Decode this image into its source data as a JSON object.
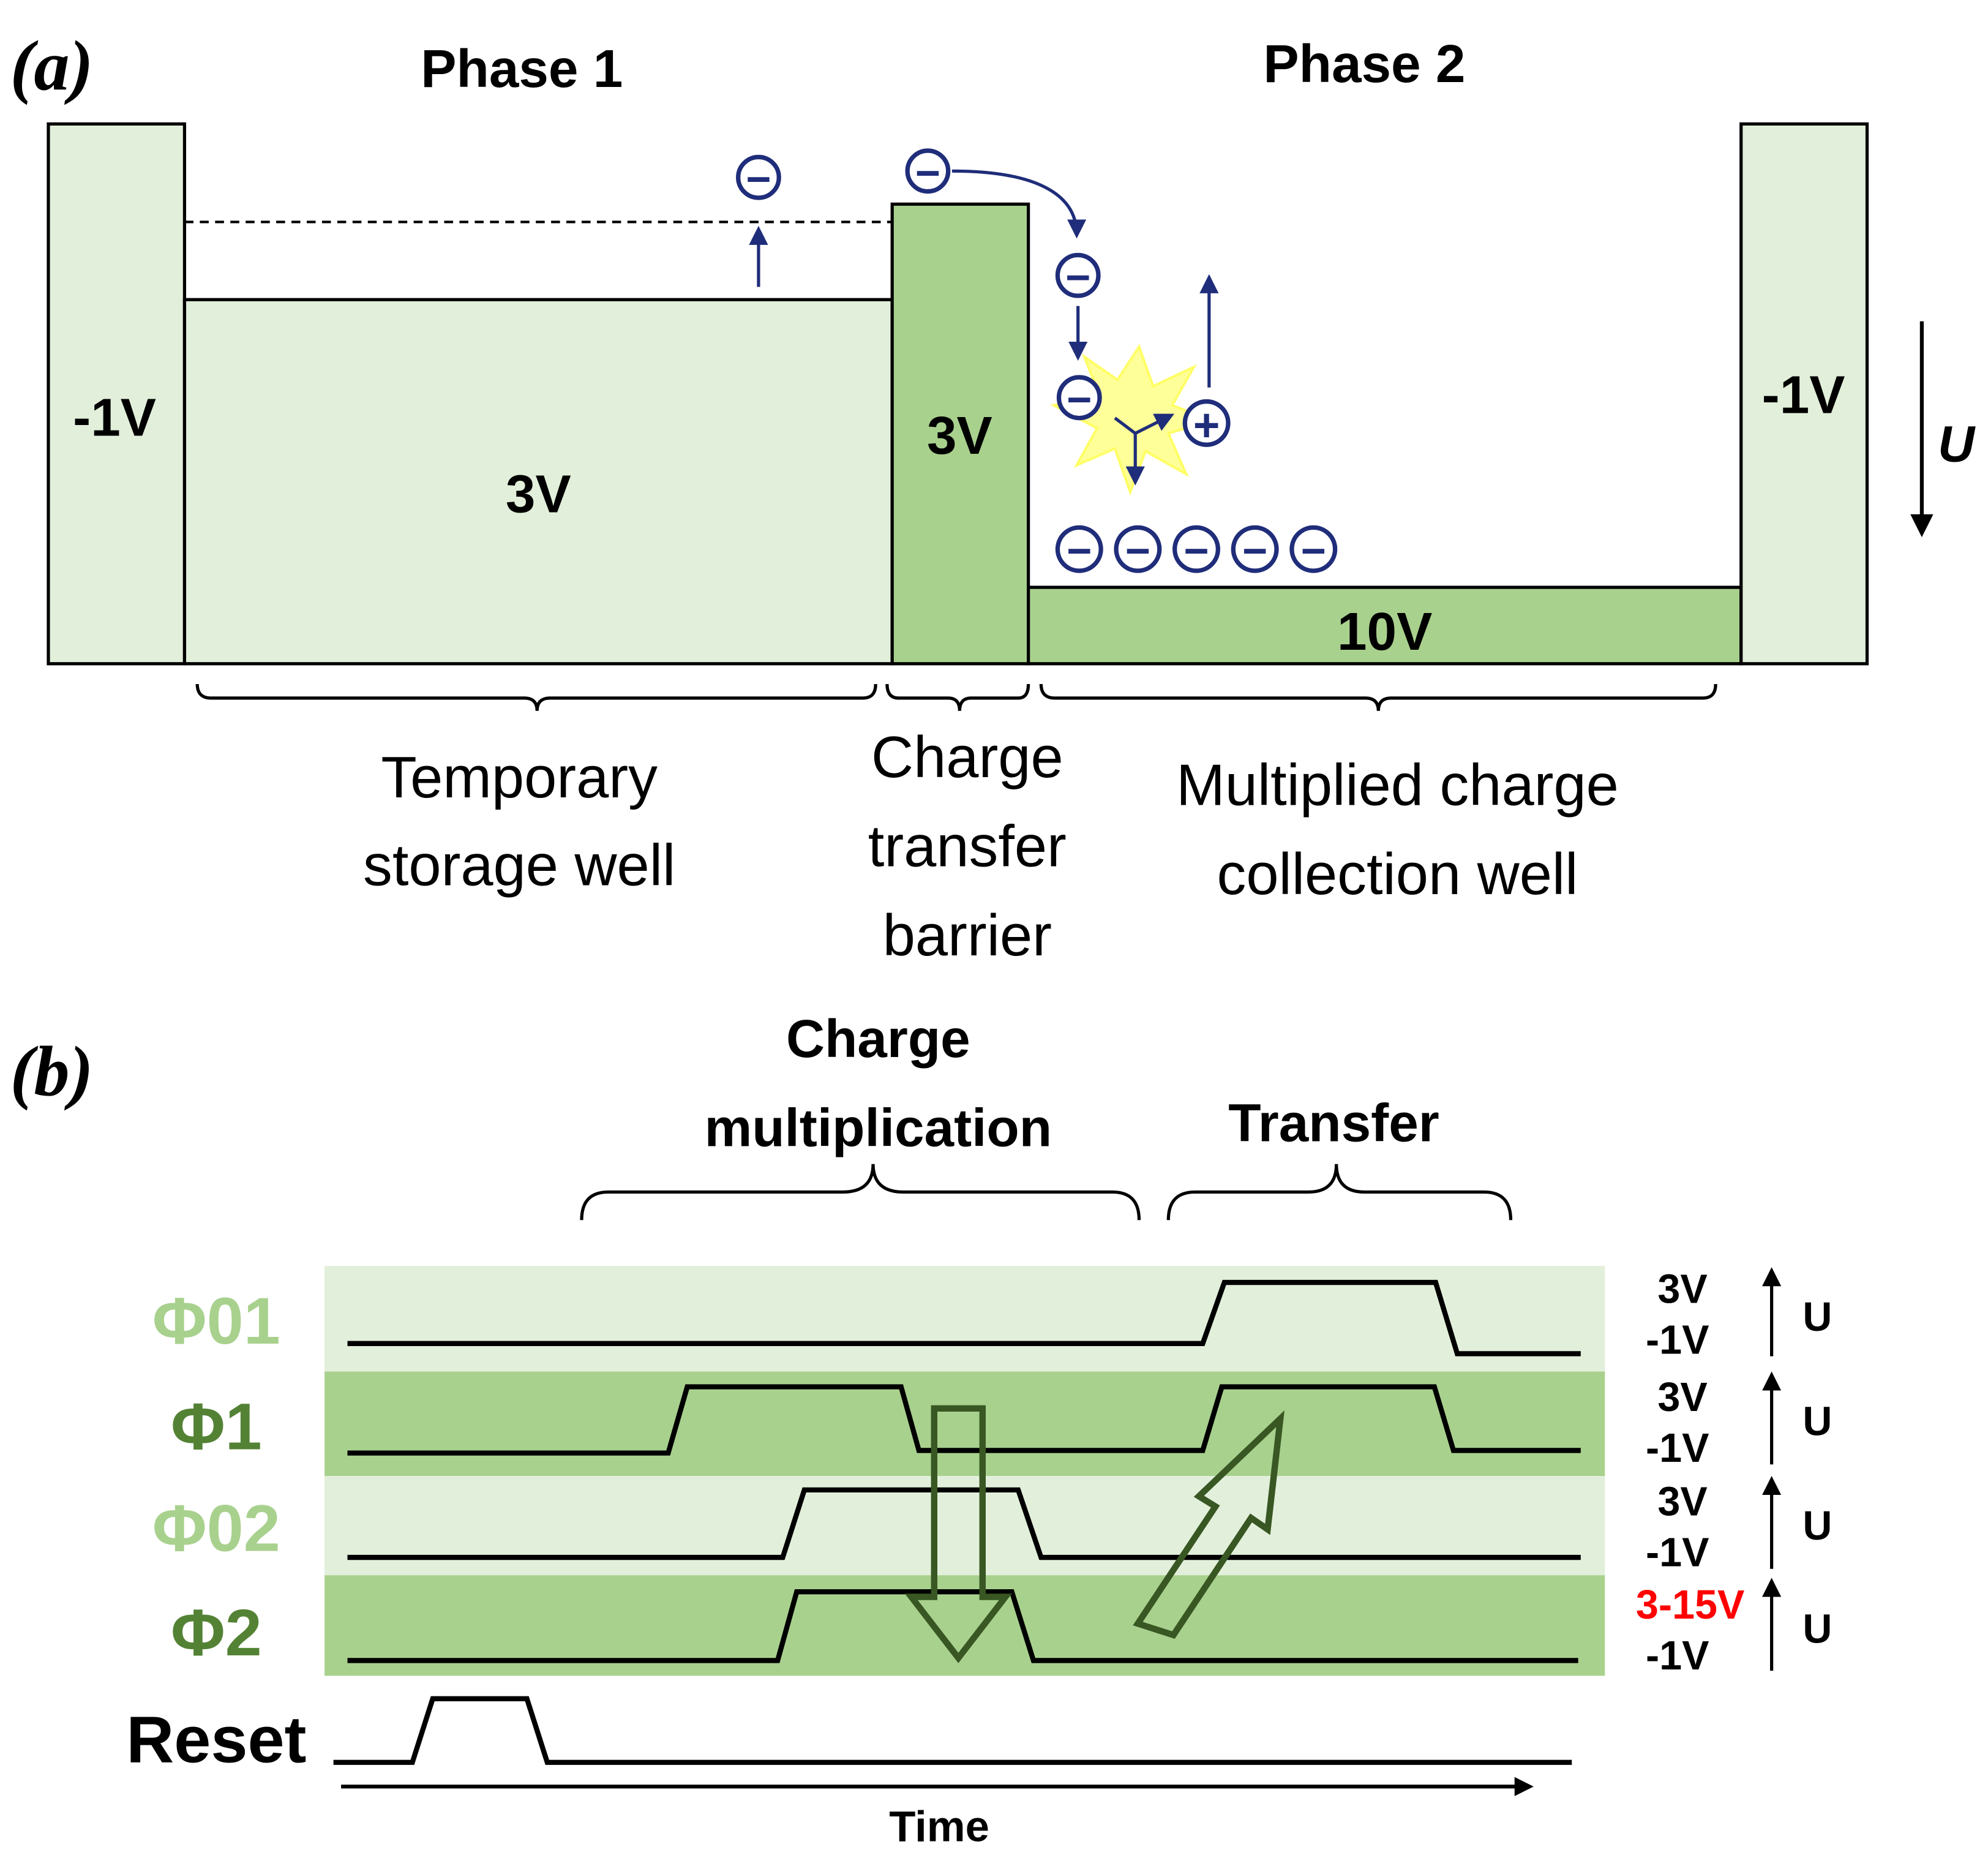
{
  "panel_a": {
    "label": "(a)",
    "phase1_title": "Phase 1",
    "phase2_title": "Phase 2",
    "left_wall_voltage": "-1V",
    "right_wall_voltage": "-1V",
    "storage_well_voltage": "3V",
    "barrier_voltage": "3V",
    "collection_well_voltage": "10V",
    "energy_axis_label": "U",
    "electron_symbol": "−",
    "hole_symbol": "+",
    "region_labels": {
      "storage_line1": "Temporary",
      "storage_line2": "storage well",
      "barrier_line1": "Charge",
      "barrier_line2": "transfer",
      "barrier_line3": "barrier",
      "collection_line1": "Multiplied charge",
      "collection_line2": "collection well"
    }
  },
  "panel_b": {
    "label": "(b)",
    "multiplication_line1": "Charge",
    "multiplication_line2": "multiplication",
    "transfer_label": "Transfer",
    "time_label": "Time",
    "reset_label": "Reset",
    "signals": [
      {
        "name": "Φ01",
        "high": "3V",
        "low": "-1V",
        "axis": "U"
      },
      {
        "name": "Φ1",
        "high": "3V",
        "low": "-1V",
        "axis": "U"
      },
      {
        "name": "Φ02",
        "high": "3V",
        "low": "-1V",
        "axis": "U"
      },
      {
        "name": "Φ2",
        "high": "3-15V",
        "low": "-1V",
        "axis": "U"
      }
    ]
  },
  "colors": {
    "light_green": "#e2efda",
    "mid_green": "#a9d18e",
    "label_light_green": "#a9d18e",
    "label_dark_green": "#548235",
    "arrow_dark_green": "#385723",
    "electron_blue": "#1f2d7a",
    "highlight_red": "#ff0000",
    "spark_yellow": "#ffff99"
  }
}
